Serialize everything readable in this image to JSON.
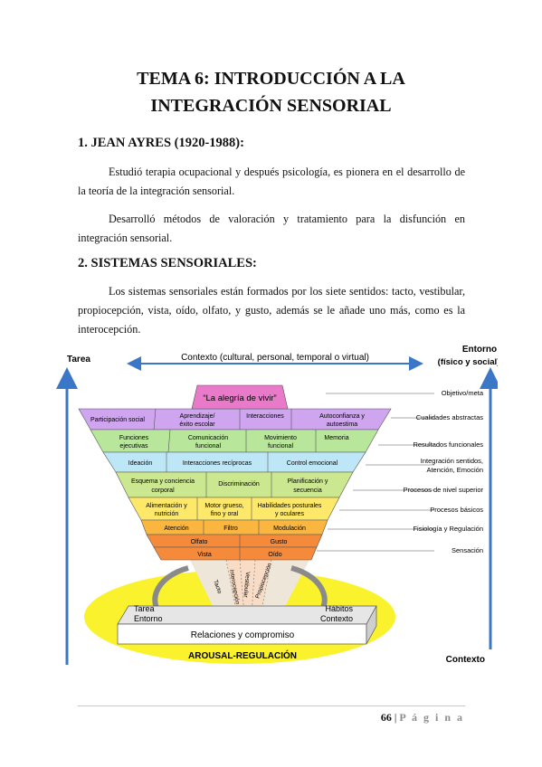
{
  "title": {
    "line1": "TEMA 6: INTRODUCCIÓN A LA",
    "line2": "INTEGRACIÓN SENSORIAL"
  },
  "section1": {
    "heading": "1.  JEAN AYRES (1920-1988):",
    "p1": "Estudió terapia ocupacional y después psicología, es pionera en el desarrollo de la teoría de la integración sensorial.",
    "p2": "Desarrolló métodos de valoración y tratamiento para la disfunción en integración sensorial."
  },
  "section2": {
    "heading": "2.  SISTEMAS SENSORIALES:",
    "p1": "Los sistemas sensoriales están formados por los siete sentidos: tacto, vestibular, propiocepción, vista, oído, olfato, y gusto, además se le añade uno más, como es la interocepción."
  },
  "figure": {
    "top_left": "Tarea",
    "context_arrow": "Contexto (cultural, personal, temporal o virtual)",
    "top_right_1": "Entorno",
    "top_right_2": "(físico y social)",
    "bottom_right": "Contexto",
    "apex": "“La alegría de vivir”",
    "row1": [
      "Participación social",
      "Aprendizaje/",
      "éxito escolar",
      "Interacciones",
      "Autoconfianza y",
      "autoestima"
    ],
    "row2": [
      "Funciones",
      "ejecutivas",
      "Comunicación",
      "funcional",
      "Movimiento",
      "funcional",
      "Memoria"
    ],
    "row3": [
      "Ideación",
      "Interacciones recíprocas",
      "Control emocional"
    ],
    "row4": [
      "Esquema y conciencia",
      "corporal",
      "Discriminación",
      "Planificación y",
      "secuencia"
    ],
    "row5": [
      "Alimentación y",
      "nutrición",
      "Motor grueso,",
      "fino y oral",
      "Habilidades posturales",
      "y oculares"
    ],
    "row6": [
      "Atención",
      "Filtro",
      "Modulación"
    ],
    "row7": [
      "Olfato",
      "Gusto"
    ],
    "row8": [
      "Vista",
      "Oído"
    ],
    "cone_labels": [
      "Tacto",
      "Interocepción",
      "Vestibular",
      "Propiocepción"
    ],
    "right_labels": [
      "Objetivo/meta",
      "Cualidades abstractas",
      "Resultados funcionales",
      "Integración sentidos,",
      "Atención, Emoción",
      "Procesos de nivel superior",
      "Procesos básicos",
      "Fisiología y Regulación",
      "Sensación"
    ],
    "base_left": [
      "Tarea",
      "Entorno"
    ],
    "base_right": [
      "Hábitos",
      "Contexto"
    ],
    "base_label": "Relaciones y compromiso",
    "arousal": "AROUSAL-REGULACIÓN",
    "colors": {
      "pink": "#e87ac9",
      "violet": "#cfa5ef",
      "green": "#b8e79b",
      "cyan": "#bde7f7",
      "lime": "#cbe78f",
      "yellow": "#fde86a",
      "amber": "#fbb63f",
      "orange": "#f58a3a",
      "ellipse": "#f9f22c",
      "arrow": "#3a78c7"
    }
  },
  "footer": {
    "page": "66",
    "sep": "|",
    "word": "P á g i n a"
  }
}
